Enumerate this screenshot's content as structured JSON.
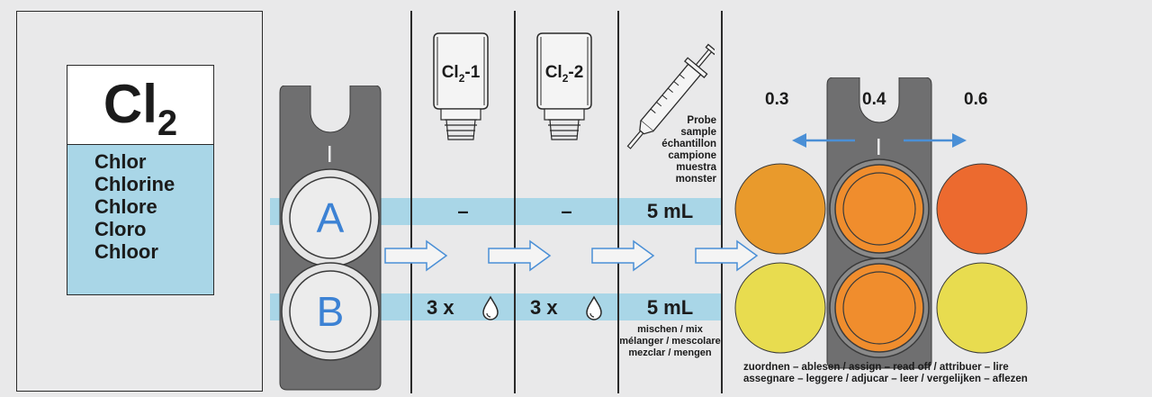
{
  "element": {
    "symbol": "Cl",
    "subscript": "2",
    "names": [
      "Chlor",
      "Chlorine",
      "Chlore",
      "Cloro",
      "Chloor"
    ]
  },
  "cuvette_labels": {
    "top": "A",
    "bottom": "B"
  },
  "bottles": [
    {
      "name": "Cl",
      "sub": "2",
      "suffix": "-1"
    },
    {
      "name": "Cl",
      "sub": "2",
      "suffix": "-2"
    }
  ],
  "syringe_label": [
    "Probe",
    "sample",
    "échantillon",
    "campione",
    "muestra",
    "monster"
  ],
  "row_a": {
    "step1": "–",
    "step2": "–",
    "step3": "5 mL"
  },
  "row_b": {
    "step1": "3 x",
    "step2": "3 x",
    "step3": "5 mL"
  },
  "mix_label": [
    "mischen / mix",
    "mélanger / mescolare",
    "mezclar / mengen"
  ],
  "comparator": {
    "values": [
      "0.3",
      "0.4",
      "0.6"
    ],
    "colors": {
      "left_top": "#e99a2c",
      "center": "#f08d2d",
      "right_top": "#ec6a2f",
      "yellow": "#e8dc4f",
      "arrow": "#4a8fd6"
    }
  },
  "assign_label": [
    "zuordnen – ablesen / assign – read off / attribuer – lire",
    "assegnare – leggere / adjucar – leer / vergelijken – aflezen"
  ],
  "accent": {
    "letters": "#3c82d4",
    "band": "#a9d6e7",
    "holder": "#6f6f70"
  }
}
